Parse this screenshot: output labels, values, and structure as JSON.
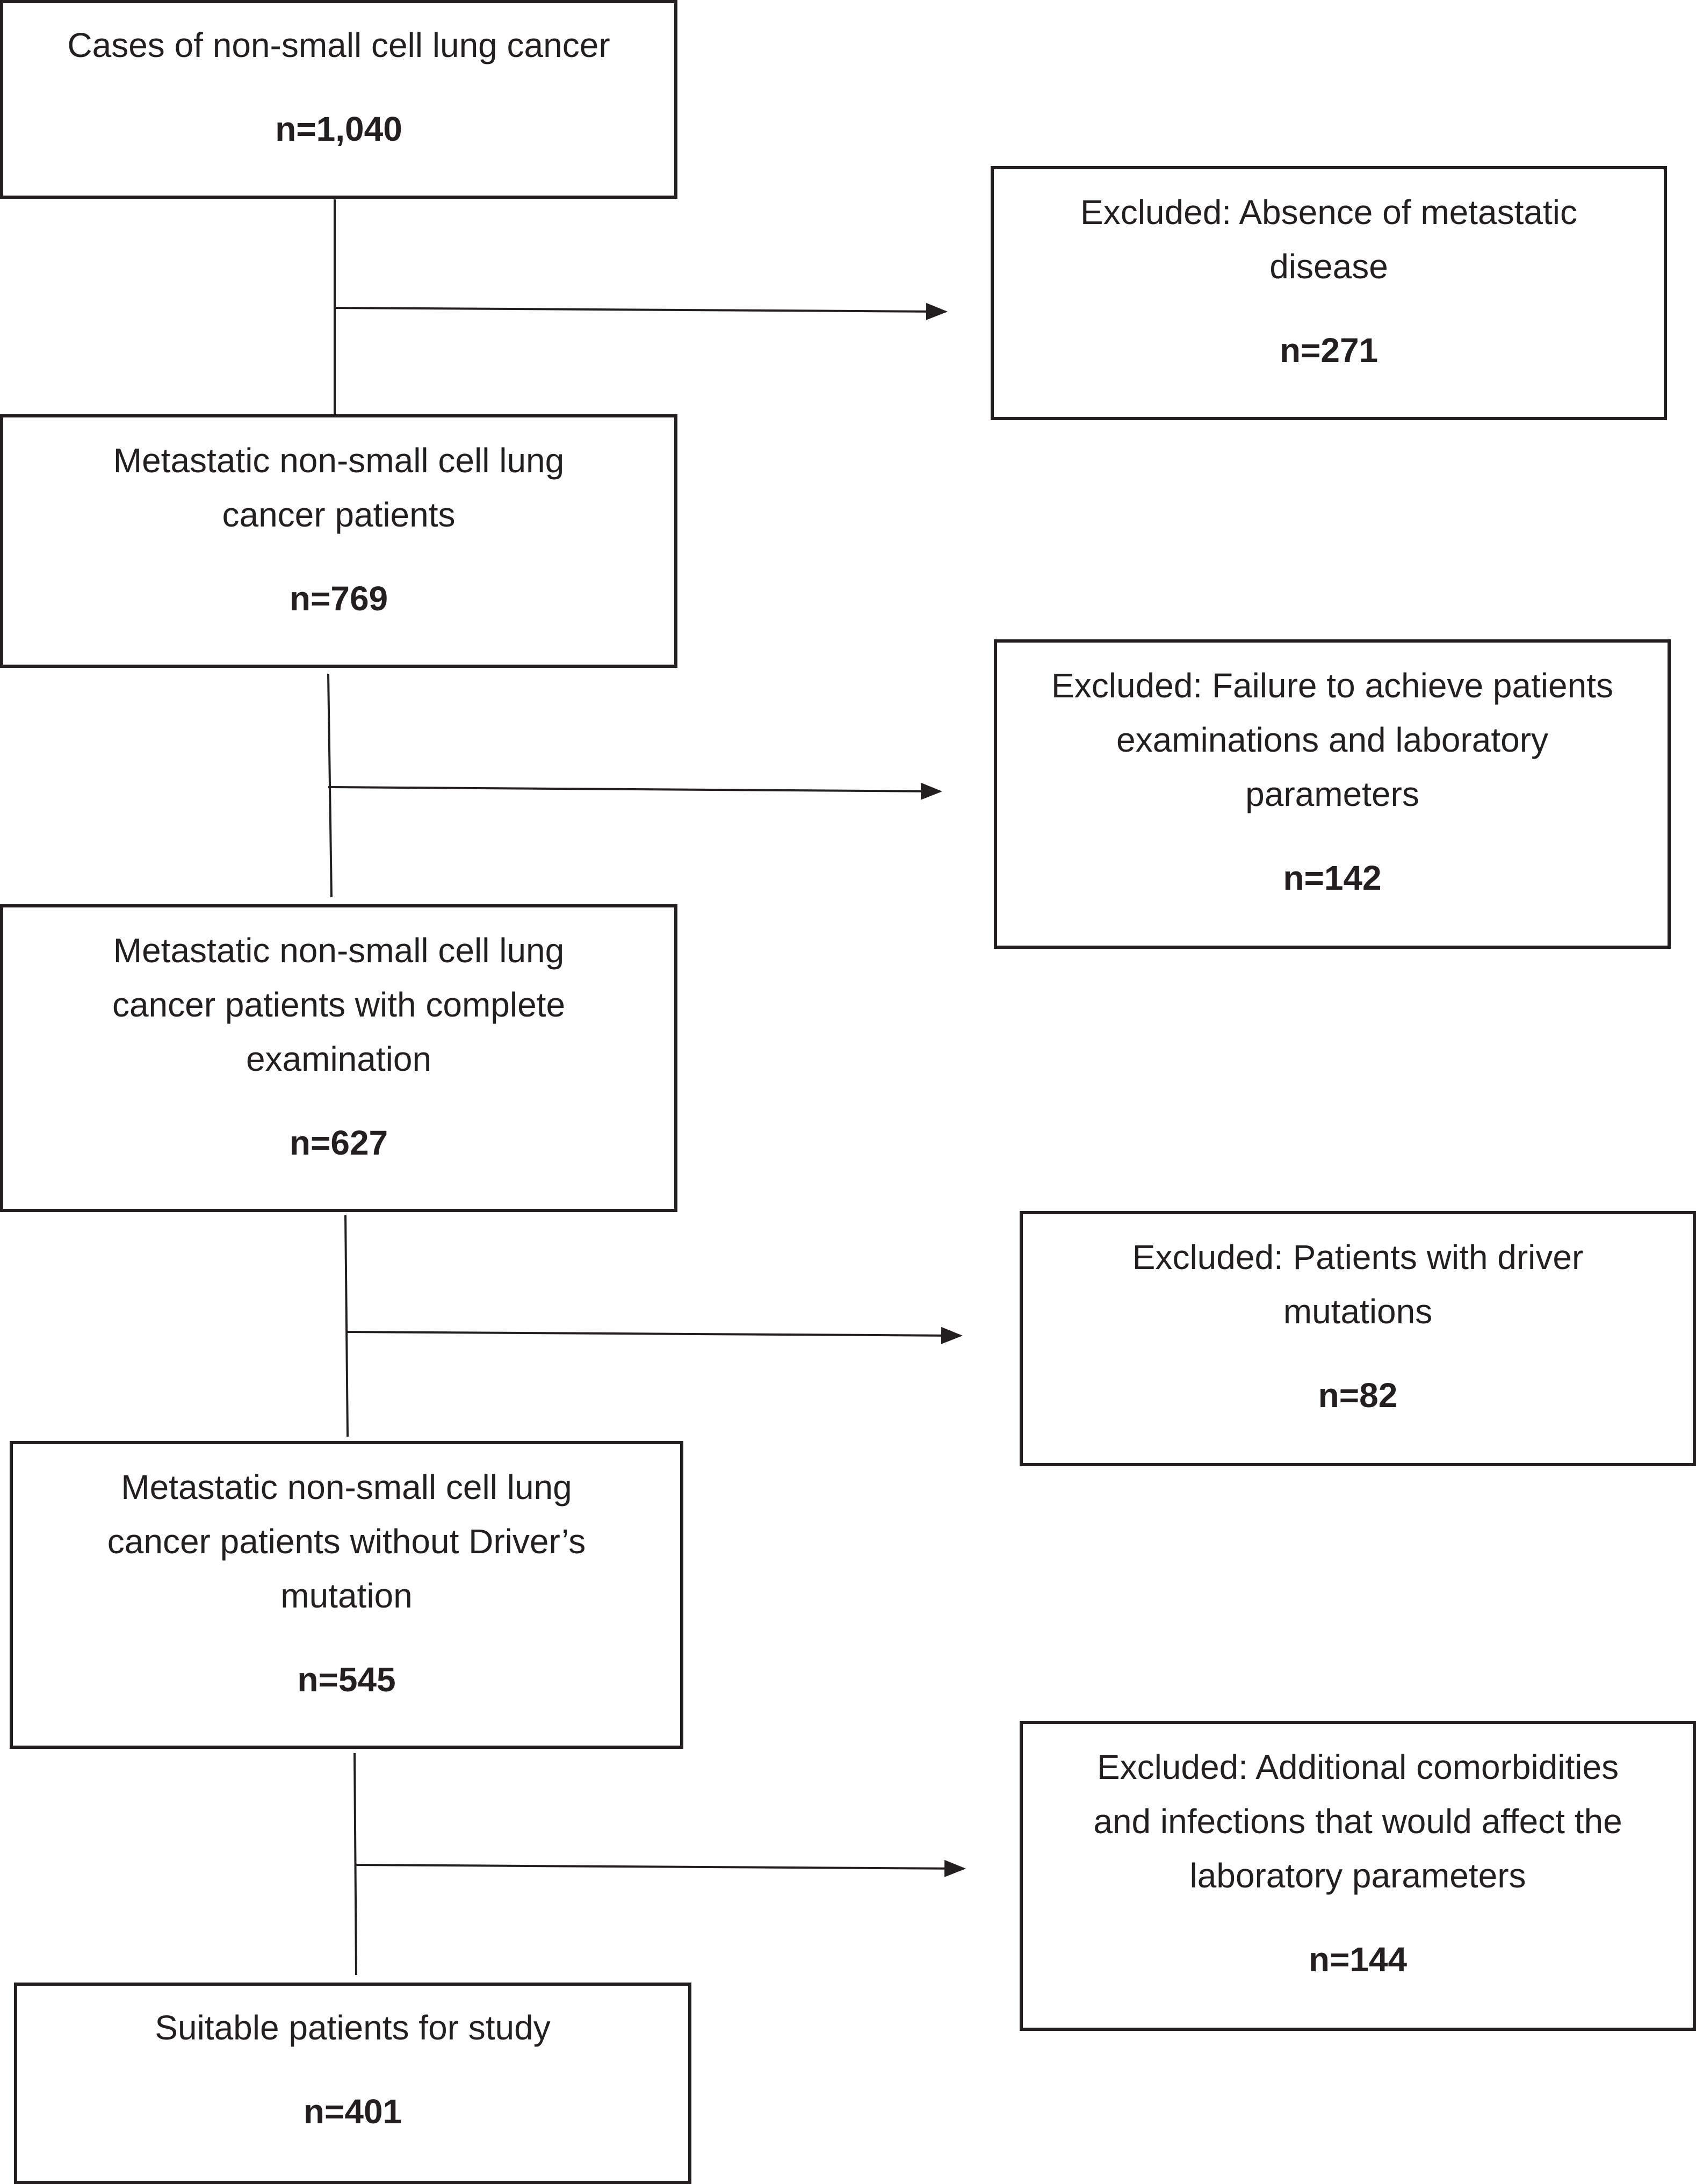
{
  "flow_steps": [
    {
      "label": "Cases of non-small cell lung cancer",
      "count": "n=1,040"
    },
    {
      "label": "Metastatic non-small cell lung\ncancer patients",
      "count": "n=769"
    },
    {
      "label": "Metastatic non-small cell lung\ncancer patients with complete\nexamination",
      "count": "n=627"
    },
    {
      "label": "Metastatic non-small cell lung\ncancer patients without Driver’s\nmutation",
      "count": "n=545"
    },
    {
      "label": "Suitable patients for study",
      "count": "n=401"
    }
  ],
  "exclusions": [
    {
      "label": "Excluded: Absence of metastatic\ndisease",
      "count": "n=271"
    },
    {
      "label": "Excluded: Failure to achieve patients\nexaminations and laboratory\nparameters",
      "count": "n=142"
    },
    {
      "label": "Excluded: Patients with driver\nmutations",
      "count": "n=82"
    },
    {
      "label": "Excluded: Additional comorbidities\nand infections that would affect the\nlaboratory parameters",
      "count": "n=144"
    }
  ]
}
